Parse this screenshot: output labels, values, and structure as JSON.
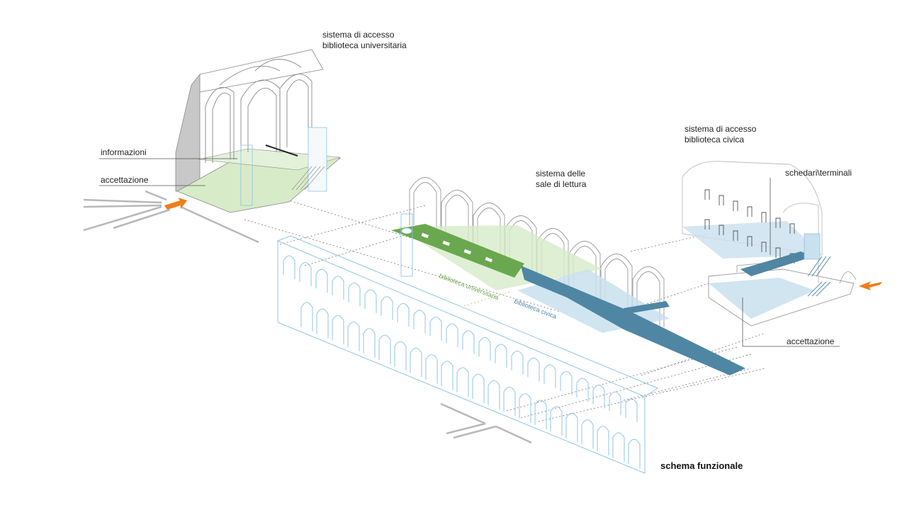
{
  "labels": {
    "uni_access": [
      "sistema di accesso",
      "biblioteca universitaria"
    ],
    "informazioni": "informazioni",
    "accettazione_left": "accettazione",
    "reading_rooms": [
      "sistema delle",
      "sale di lettura"
    ],
    "civic_access": [
      "sistema di accesso",
      "biblioteca civica"
    ],
    "schedari": "schedari\\terminali",
    "accettazione_right": "accettazione",
    "plan_uni": "biblioteca universitaria",
    "plan_civic": "biblioteca civica",
    "title": "schema funzionale"
  },
  "colors": {
    "line": "#888888",
    "light_line": "#bdbdbd",
    "facade_blue": "#8fc4e6",
    "green_dark": "#6aa84f",
    "green_light": "#d7ebc8",
    "blue_dark": "#4f86a3",
    "blue_light": "#c9e0ee",
    "arrow_orange": "#f07d1a",
    "grey_wall": "#c8c8c8",
    "green_text": "#6aa84f",
    "blue_text": "#4f86a3"
  },
  "icons": [
    "entry-arrow-icon",
    "entry-arrow-icon"
  ]
}
